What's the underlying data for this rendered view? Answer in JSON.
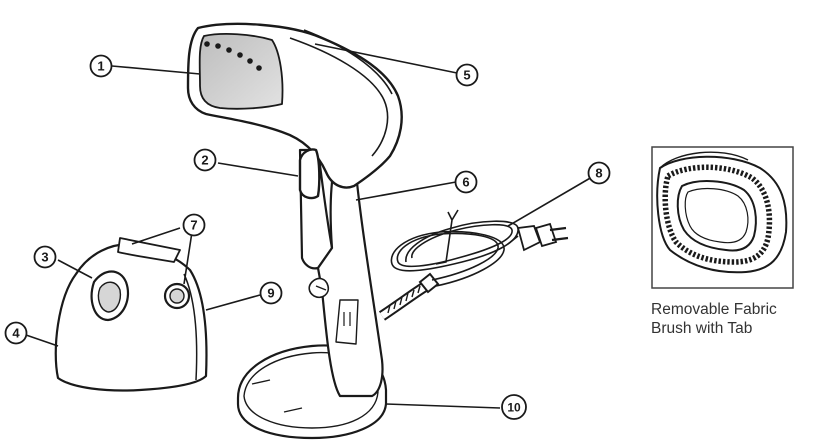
{
  "callouts": [
    "1",
    "2",
    "3",
    "4",
    "5",
    "6",
    "7",
    "8",
    "9",
    "10"
  ],
  "caption": {
    "line1": "Removable Fabric",
    "line2": "Brush with Tab"
  },
  "colors": {
    "ink": "#1a1a1a",
    "face_gray": "#c9c9c9",
    "frame_border": "#444444"
  }
}
